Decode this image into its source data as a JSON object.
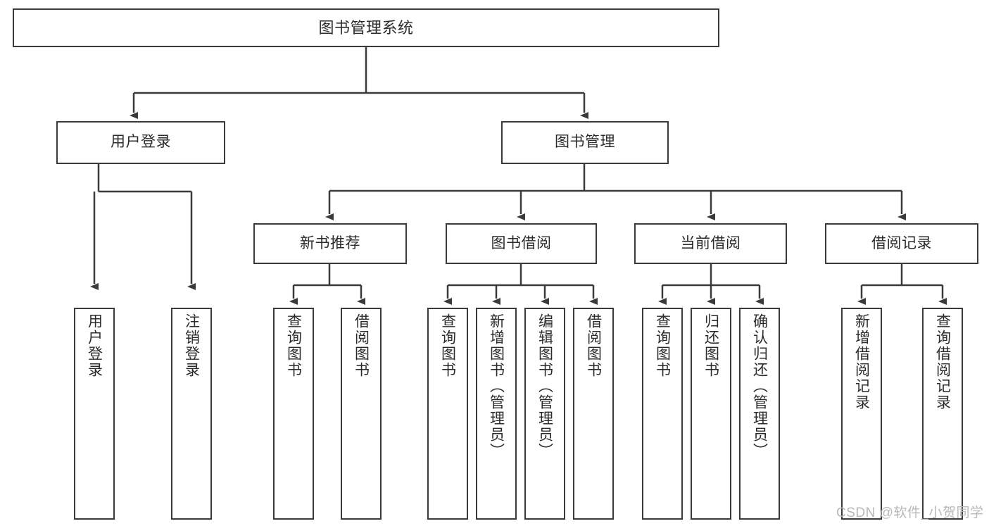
{
  "diagram": {
    "title": "图书管理系统",
    "type": "tree",
    "watermark": "CSDN @软件_小贺同学",
    "colors": {
      "stroke": "#3a3a3a",
      "node_fill": "#ffffff",
      "text": "#2b2b2b",
      "background": "#ffffff",
      "watermark": "#b8b8b8"
    },
    "nodes": {
      "root": {
        "label": "图书管理系统",
        "level": 1
      },
      "l2": [
        {
          "id": "user-login",
          "label": "用户登录",
          "level": 2
        },
        {
          "id": "book-management",
          "label": "图书管理",
          "level": 2
        }
      ],
      "l3": [
        {
          "id": "new-book-recommend",
          "label": "新书推荐",
          "level": 3,
          "parent": "book-management"
        },
        {
          "id": "book-borrow",
          "label": "图书借阅",
          "level": 3,
          "parent": "book-management"
        },
        {
          "id": "current-borrow",
          "label": "当前借阅",
          "level": 3,
          "parent": "book-management"
        },
        {
          "id": "borrow-record",
          "label": "借阅记录",
          "level": 3,
          "parent": "book-management"
        }
      ],
      "leaves": [
        {
          "id": "leaf-user-login",
          "label": "用户登录",
          "parent": "user-login"
        },
        {
          "id": "leaf-logout-login",
          "label": "注销登录",
          "parent": "user-login"
        },
        {
          "id": "leaf-query-book-1",
          "label": "查询图书",
          "parent": "new-book-recommend"
        },
        {
          "id": "leaf-borrow-book-1",
          "label": "借阅图书",
          "parent": "new-book-recommend"
        },
        {
          "id": "leaf-query-book-2",
          "label": "查询图书",
          "parent": "book-borrow"
        },
        {
          "id": "leaf-add-book",
          "label": "新增图书（管理员）",
          "parent": "book-borrow"
        },
        {
          "id": "leaf-edit-book",
          "label": "编辑图书（管理员）",
          "parent": "book-borrow"
        },
        {
          "id": "leaf-borrow-book-2",
          "label": "借阅图书",
          "parent": "book-borrow"
        },
        {
          "id": "leaf-query-book-3",
          "label": "查询图书",
          "parent": "current-borrow"
        },
        {
          "id": "leaf-return-book",
          "label": "归还图书",
          "parent": "current-borrow"
        },
        {
          "id": "leaf-confirm-return",
          "label": "确认归还（管理员）",
          "parent": "current-borrow"
        },
        {
          "id": "leaf-add-record",
          "label": "新增借阅记录",
          "parent": "borrow-record"
        },
        {
          "id": "leaf-query-record",
          "label": "查询借阅记录",
          "parent": "borrow-record"
        }
      ]
    }
  }
}
